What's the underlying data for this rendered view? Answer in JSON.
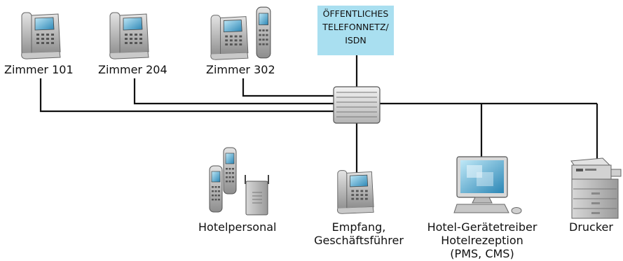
{
  "network": {
    "title_lines": [
      "ÖFFENTLICHES",
      "TELEFONNETZ/",
      "ISDN"
    ],
    "box_color": "#a9dff0"
  },
  "rooms": [
    {
      "label": "Zimmer 101",
      "icon": "desk-phone-icon"
    },
    {
      "label": "Zimmer 204",
      "icon": "desk-phone-icon"
    },
    {
      "label": "Zimmer 302",
      "icon": "desk-phone-with-cordless-icon"
    }
  ],
  "devices": [
    {
      "label": "Hotelpersonal",
      "icon": "cordless-phones-with-base-icon"
    },
    {
      "label_lines": [
        "Empfang,",
        "Geschäftsführer"
      ],
      "icon": "desk-phone-icon"
    },
    {
      "label_lines": [
        "Hotel-Gerätetreiber",
        "Hotelrezeption",
        "(PMS, CMS)"
      ],
      "icon": "computer-workstation-icon"
    },
    {
      "label": "Drucker",
      "icon": "printer-icon"
    }
  ],
  "switch": {
    "icon": "pbx-switch-icon"
  }
}
